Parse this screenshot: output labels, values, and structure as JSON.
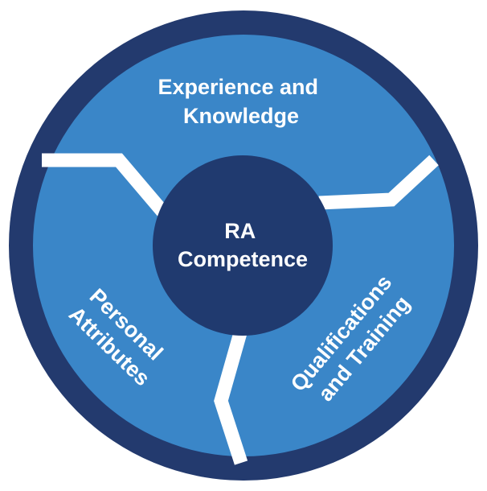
{
  "colors": {
    "outer_ring": "#233a6e",
    "segment_fill": "#3a86c8",
    "center_fill": "#203a6f",
    "divider": "#ffffff",
    "text": "#ffffff"
  },
  "center": {
    "line1": "RA",
    "line2": "Competence"
  },
  "segments": {
    "top": {
      "line1": "Experience and",
      "line2": "Knowledge"
    },
    "left": {
      "line1": "Personal",
      "line2": "Attributes"
    },
    "right": {
      "line1": "Qualifications",
      "line2": "and Training"
    }
  }
}
